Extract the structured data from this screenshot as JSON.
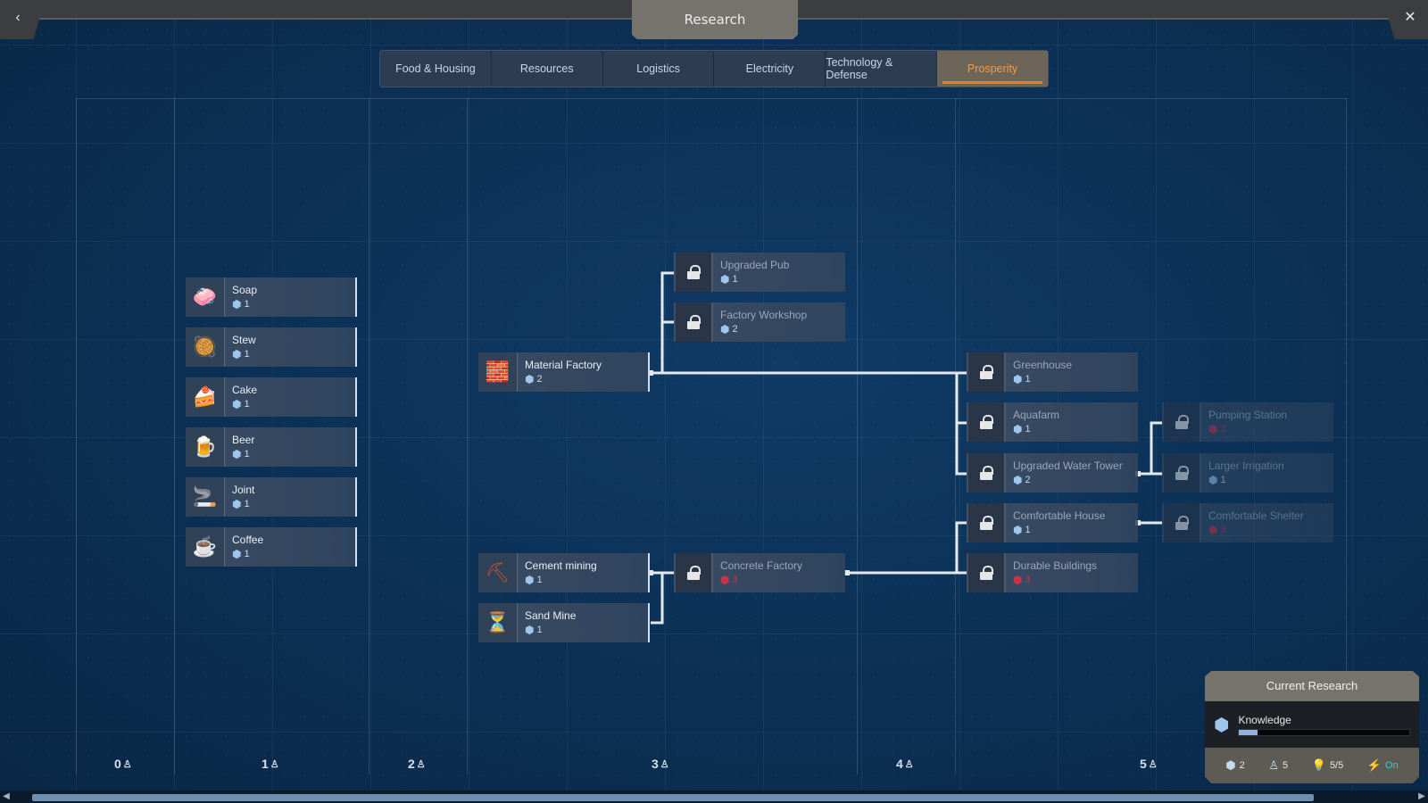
{
  "window": {
    "title": "Research",
    "back_icon": "chevron-left-icon",
    "back_glyph": "‹",
    "close_icon": "close-icon",
    "close_glyph": "✕"
  },
  "tabs": [
    {
      "label": "Food & Housing",
      "active": false
    },
    {
      "label": "Resources",
      "active": false
    },
    {
      "label": "Logistics",
      "active": false
    },
    {
      "label": "Electricity",
      "active": false
    },
    {
      "label": "Technology & Defense",
      "active": false
    },
    {
      "label": "Prosperity",
      "active": true
    }
  ],
  "tiers": [
    {
      "label": "0"
    },
    {
      "label": "1"
    },
    {
      "label": "2"
    },
    {
      "label": "3"
    },
    {
      "label": "4"
    },
    {
      "label": "5"
    }
  ],
  "nodes": {
    "soap": {
      "name": "Soap",
      "cost": "1",
      "icon": "🧼"
    },
    "stew": {
      "name": "Stew",
      "cost": "1",
      "icon": "🥘"
    },
    "cake": {
      "name": "Cake",
      "cost": "1",
      "icon": "🍰"
    },
    "beer": {
      "name": "Beer",
      "cost": "1",
      "icon": "🍺"
    },
    "joint": {
      "name": "Joint",
      "cost": "1",
      "icon": "🚬"
    },
    "coffee": {
      "name": "Coffee",
      "cost": "1",
      "icon": "☕"
    },
    "material_factory": {
      "name": "Material Factory",
      "cost": "2",
      "icon": "🧱"
    },
    "cement_mining": {
      "name": "Cement mining",
      "cost": "1",
      "icon": "⛏"
    },
    "sand_mine": {
      "name": "Sand Mine",
      "cost": "1",
      "icon": "⏳"
    },
    "upgraded_pub": {
      "name": "Upgraded Pub",
      "cost": "1"
    },
    "factory_workshop": {
      "name": "Factory Workshop",
      "cost": "2"
    },
    "concrete_factory": {
      "name": "Concrete Factory",
      "cost": "3"
    },
    "greenhouse": {
      "name": "Greenhouse",
      "cost": "1"
    },
    "aquafarm": {
      "name": "Aquafarm",
      "cost": "1"
    },
    "upgraded_water_tower": {
      "name": "Upgraded Water Tower",
      "cost": "2"
    },
    "comfortable_house": {
      "name": "Comfortable House",
      "cost": "1"
    },
    "durable_buildings": {
      "name": "Durable Buildings",
      "cost": "3"
    },
    "pumping_station": {
      "name": "Pumping Station",
      "cost": "3"
    },
    "larger_irrigation": {
      "name": "Larger Irrigation",
      "cost": "1"
    },
    "comfortable_shelter": {
      "name": "Comfortable Shelter",
      "cost": "3"
    }
  },
  "current_research": {
    "title": "Current Research",
    "name": "Knowledge",
    "progress": 0.11,
    "stats": {
      "knowledge": "2",
      "scientists": "5",
      "ideas": "5/5",
      "power": "On"
    }
  },
  "colors": {
    "accent": "#f07b2a",
    "power": "#27d3e0",
    "cost_unaffordable": "#c8344a"
  }
}
